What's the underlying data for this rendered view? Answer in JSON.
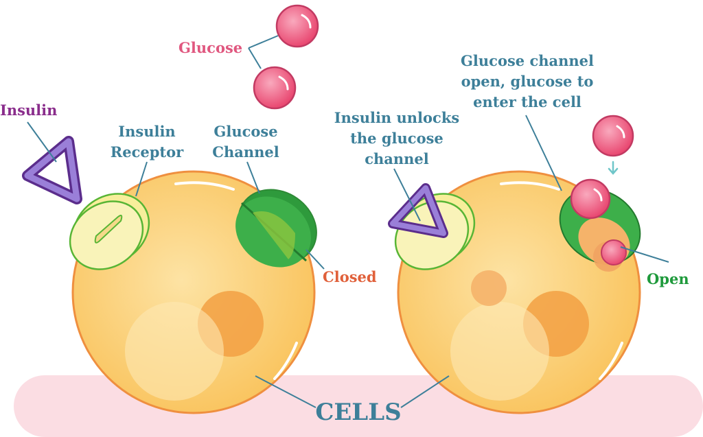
{
  "labels": {
    "glucose": "Glucose",
    "insulin": "Insulin",
    "insulin_receptor_line1": "Insulin",
    "insulin_receptor_line2": "Receptor",
    "glucose_channel_line1": "Glucose",
    "glucose_channel_line2": "Channel",
    "closed": "Closed",
    "insulin_unlocks_line1": "Insulin unlocks",
    "insulin_unlocks_line2": "the glucose",
    "insulin_unlocks_line3": "channel",
    "channel_open_line1": "Glucose channel",
    "channel_open_line2": "open, glucose to",
    "channel_open_line3": "enter the cell",
    "open": "Open",
    "cells": "CELLS"
  },
  "colors": {
    "glucose_label": "#e0577f",
    "insulin_label": "#8a2d8c",
    "teal_label": "#3d7f99",
    "closed_label": "#e0603a",
    "open_label": "#1f9a3c",
    "cell_fill": "#f9c766",
    "cell_outline": "#ef8f3f",
    "ground": "#fbdde3",
    "receptor_fill": "#f7ee9b",
    "receptor_outline": "#58b535",
    "channel_green": "#3daf4a",
    "glucose_molecule": "#ee5a7f",
    "insulin_purple": "#7b5bc4"
  }
}
